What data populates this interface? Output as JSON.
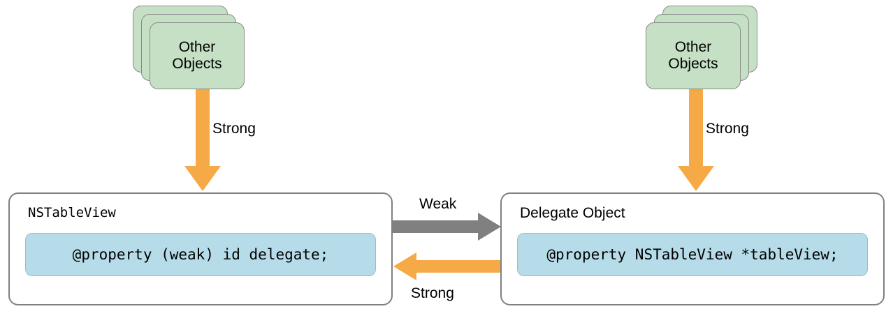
{
  "diagram": {
    "title": "Delegate retain-cycle avoidance diagram",
    "colors": {
      "strong_arrow": "#f6a947",
      "weak_arrow": "#808080",
      "object_card": "#c5e0c5",
      "code_block": "#b5dce8",
      "box_border": "#808080",
      "background": "#ffffff"
    }
  },
  "stacks": [
    {
      "name": "left-other-objects",
      "label": "Other\nObjects"
    },
    {
      "name": "right-other-objects",
      "label": "Other\nObjects"
    }
  ],
  "boxes": {
    "left": {
      "title": "NSTableView",
      "code": "@property (weak) id delegate;"
    },
    "right": {
      "title": "Delegate Object",
      "code": "@property NSTableView *tableView;"
    }
  },
  "arrows": [
    {
      "name": "left-strong-down",
      "label": "Strong",
      "kind": "strong",
      "direction": "down"
    },
    {
      "name": "right-strong-down",
      "label": "Strong",
      "kind": "strong",
      "direction": "down"
    },
    {
      "name": "weak-right",
      "label": "Weak",
      "kind": "weak",
      "direction": "right"
    },
    {
      "name": "strong-left",
      "label": "Strong",
      "kind": "strong",
      "direction": "left"
    }
  ]
}
